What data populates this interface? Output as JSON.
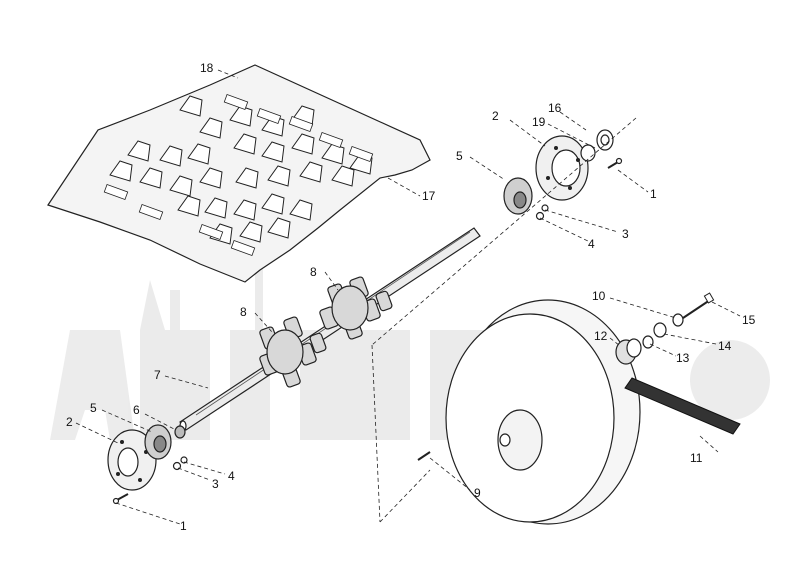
{
  "labels": {
    "l1a": "1",
    "l1b": "1",
    "l2a": "2",
    "l2b": "2",
    "l3a": "3",
    "l3b": "3",
    "l4a": "4",
    "l4b": "4",
    "l5a": "5",
    "l5b": "5",
    "l6": "6",
    "l7": "7",
    "l8a": "8",
    "l8b": "8",
    "l9": "9",
    "l10": "10",
    "l11": "11",
    "l12": "12",
    "l13": "13",
    "l14": "14",
    "l15": "15",
    "l16": "16",
    "l17": "17",
    "l18": "18",
    "l19": "19"
  }
}
